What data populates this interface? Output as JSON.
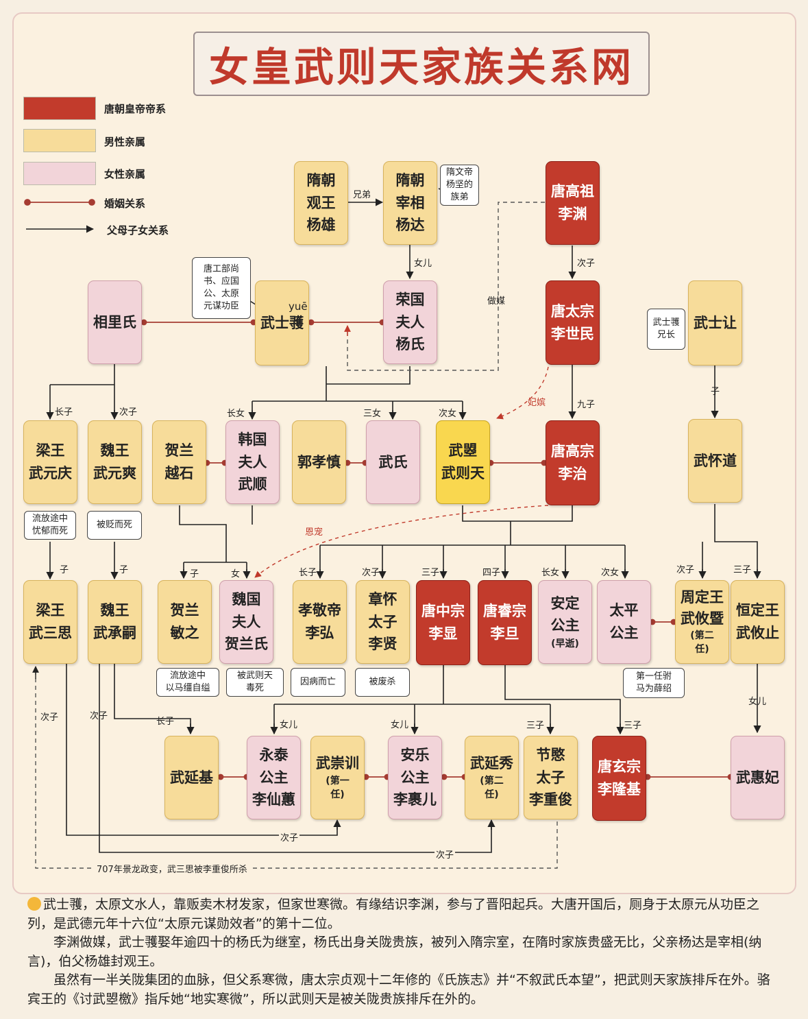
{
  "title": "女皇武则天家族关系网",
  "legend": {
    "emperor": "唐朝皇帝帝系",
    "male": "男性亲属",
    "female": "女性亲属",
    "marriage": "婚姻关系",
    "parent": "父母子女关系"
  },
  "colors": {
    "emperor": "#c23b2c",
    "male": "#f7dc9a",
    "female": "#f2d4d9",
    "wuzetian": "#f9d74f",
    "marriage_line": "#a63c32",
    "parent_line": "#222222"
  },
  "people": {
    "yang_xiong": "隋朝\n观王\n杨雄",
    "yang_da": "隋朝\n宰相\n杨达",
    "li_yuan": "唐高祖\n李渊",
    "xiangli": "相里氏",
    "wu_shiyue": "武士彟",
    "wu_shiyue_ruby": "yuē",
    "rongguo": "荣国\n夫人\n杨氏",
    "li_shimin": "唐太宗\n李世民",
    "wu_shirang": "武士让",
    "wu_yuanqing": "梁王\n武元庆",
    "wu_yuanshuang": "魏王\n武元爽",
    "helan_yueshi": "贺兰\n越石",
    "hanguo": "韩国\n夫人\n武顺",
    "guo_xiaoshen": "郭孝慎",
    "wu_shi": "武氏",
    "wu_zetian": "武曌\n武则天",
    "li_zhi": "唐高宗\n李治",
    "wu_huaidao": "武怀道",
    "wu_sansi": "梁王\n武三思",
    "wu_chengsi": "魏王\n武承嗣",
    "helan_minzhi": "贺兰\n敏之",
    "weiguo": "魏国\n夫人\n贺兰氏",
    "li_hong": "孝敬帝\n李弘",
    "li_xian_zhanghuai": "章怀\n太子\n李贤",
    "li_xian_zhongzong": "唐中宗\n李显",
    "li_dan": "唐睿宗\n李旦",
    "anding_main": "安定\n公主",
    "anding_sub": "(早逝)",
    "taiping": "太平\n公主",
    "wu_youji_main": "周定王\n武攸暨",
    "wu_youji_sub": "(第二\n任)",
    "wu_youzhi": "恒定王\n武攸止",
    "wu_yanji": "武延基",
    "yongtai": "永泰\n公主\n李仙蕙",
    "wu_chongxun_main": "武崇训",
    "wu_chongxun_sub": "(第一\n任)",
    "anle": "安乐\n公主\n李裹儿",
    "wu_yanxiu_main": "武延秀",
    "wu_yanxiu_sub": "(第二\n任)",
    "li_chongjun": "节愍\n太子\n李重俊",
    "li_longji": "唐玄宗\n李隆基",
    "wu_huifei": "武惠妃"
  },
  "notes": {
    "yang_jian_brother": "隋文帝\n杨坚的\n族弟",
    "wu_shiyue_title": "唐工部尚\n书、应国\n公、太原\n元谋功臣",
    "shirang_brother": "武士彟\n兄长",
    "yuanqing_fate": "流放途中\n忧郁而死",
    "yuanshuang_fate": "被贬而死",
    "minzhi_fate": "流放途中\n以马缰自缢",
    "weiguo_fate": "被武则天\n毒死",
    "lihong_fate": "因病而亡",
    "lixian_fate": "被废杀",
    "taiping_first": "第一任驸\n马为薛绍",
    "bottom_note": "707年景龙政变，武三思被李重俊所杀"
  },
  "labels": {
    "xiongdi": "兄弟",
    "nver": "女儿",
    "cizi": "次子",
    "jiuzi": "九子",
    "zuomei": "做媒",
    "feipin": "妃嫔",
    "enchong": "恩宠",
    "zhangzi": "长子",
    "zhangnv": "长女",
    "sannv": "三女",
    "cinv": "次女",
    "sanzi": "三子",
    "sizi": "四子",
    "zi": "子",
    "nv": "女"
  },
  "footer": {
    "p1": "武士彟，太原文水人，靠贩卖木材发家，但家世寒微。有缘结识李渊，参与了晋阳起兵。大唐开国后，厕身于太原元从功臣之列，是武德元年十六位“太原元谋勋效者”的第十二位。",
    "p2": "李渊做媒，武士彟娶年逾四十的杨氏为继室，杨氏出身关陇贵族，被列入隋宗室，在隋时家族贵盛无比，父亲杨达是宰相(纳言)，伯父杨雄封观王。",
    "p3": "虽然有一半关陇集团的血脉，但父系寒微，唐太宗贞观十二年修的《氏族志》并“不叙武氏本望”，把武则天家族排斥在外。骆宾王的《讨武曌檄》指斥她“地实寒微”，所以武则天是被关陇贵族排斥在外的。"
  }
}
